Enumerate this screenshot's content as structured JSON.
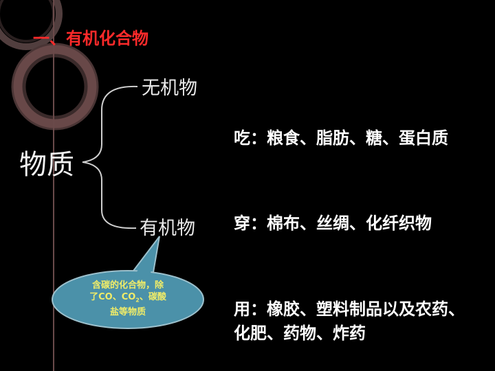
{
  "title": "一、有机化合物",
  "diagram": {
    "root": "物质",
    "branch_top": "无机物",
    "branch_bottom": "有机物",
    "callout": {
      "line1": "含碳的化合物，除",
      "line2_prefix": "了CO、CO",
      "line2_sub": "2",
      "line2_suffix": "、碳酸",
      "line3": "盐等物质"
    }
  },
  "uses": {
    "eat": "吃：粮食、脂肪、糖、蛋白质",
    "wear": "穿：棉布、丝绸、化纤织物",
    "use_line1": "用：橡胶、塑料制品以及农药、",
    "use_line2": "化肥、药物、炸药"
  },
  "colors": {
    "title": "#ff2a2a",
    "callout_fill": "#4b91a9",
    "callout_text": "#f0ec68",
    "bracket": "#cfcfcf"
  }
}
